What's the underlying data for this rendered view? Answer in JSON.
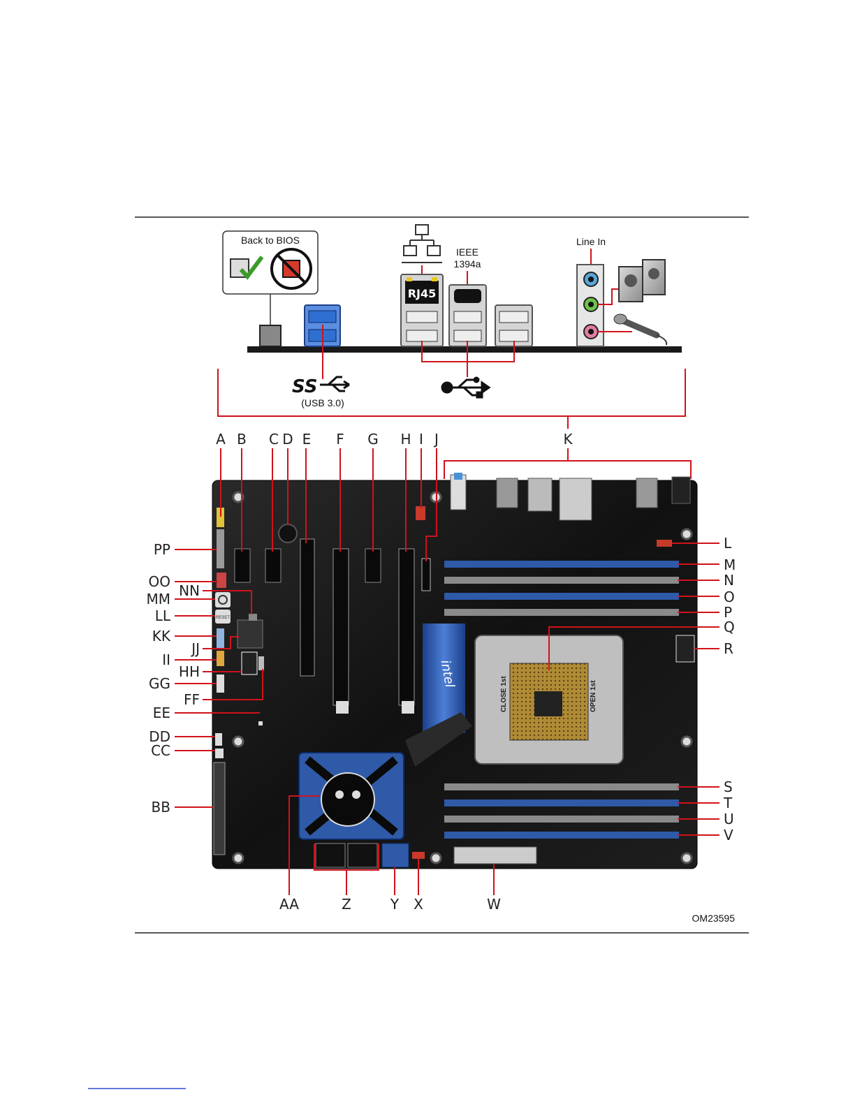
{
  "texts": {
    "back_to_bios": "Back to BIOS",
    "line_in": "Line In",
    "ieee_1": "IEEE",
    "ieee_2": "1394a",
    "rj45": "RJ45",
    "ss": "SS",
    "usb30": "(USB 3.0)",
    "figure_id": "OM23595",
    "intel": "intel",
    "close_1st": "CLOSE 1st",
    "open_1st": "OPEN 1st",
    "reset": "RESET"
  },
  "callouts": {
    "top": [
      "A",
      "B",
      "C",
      "D",
      "E",
      "F",
      "G",
      "H",
      "I",
      "J",
      "K"
    ],
    "right": [
      "L",
      "M",
      "N",
      "O",
      "P",
      "Q",
      "R",
      "S",
      "T",
      "U",
      "V"
    ],
    "bottom": [
      "AA",
      "Z",
      "Y",
      "X",
      "W"
    ],
    "left": [
      "PP",
      "OO",
      "NN",
      "MM",
      "LL",
      "KK",
      "JJ",
      "II",
      "HH",
      "GG",
      "FF",
      "EE",
      "DD",
      "CC",
      "BB"
    ]
  },
  "colors": {
    "leader": "#d0121b",
    "board": "#141414",
    "dimm_blue": "#2e5aa8",
    "dimm_gray": "#8a8a8a",
    "usb3_blue": "#2f6fd1"
  }
}
